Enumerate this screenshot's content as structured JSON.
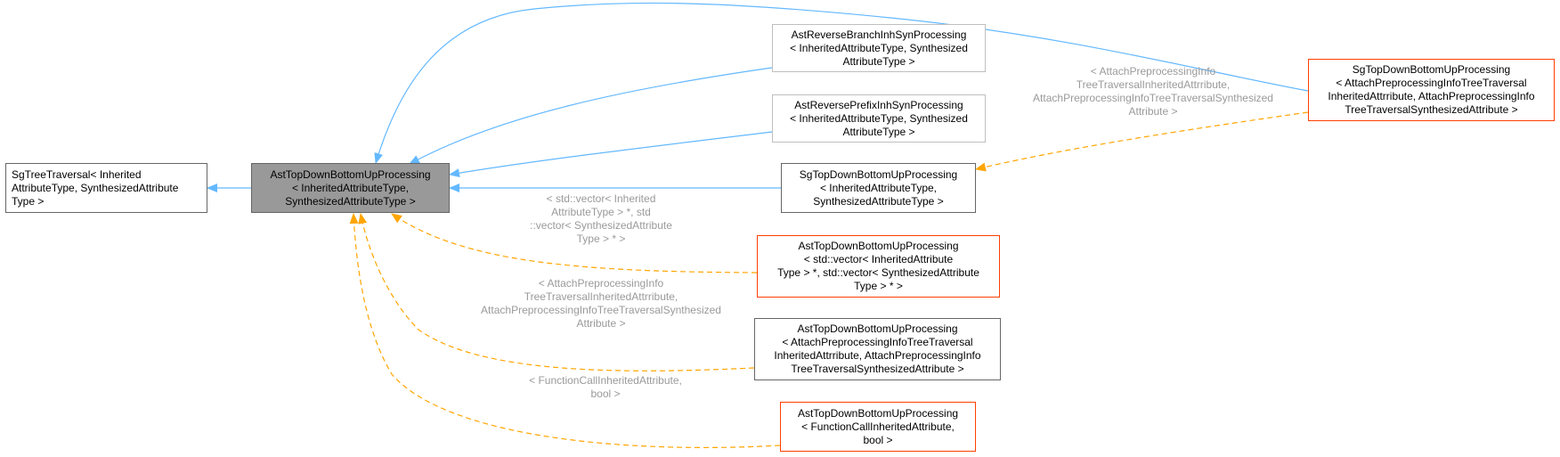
{
  "colors": {
    "inheritance_edge": "#63b8ff",
    "template_edge": "#ffa500",
    "focus_fill": "#999999",
    "red_border": "#ff3f00",
    "gray_border": "#bfbfbf",
    "dark_border": "#666666",
    "label_text": "#9a9a9a"
  },
  "nodes": {
    "sg_tree_traversal": "SgTreeTraversal< Inherited\nAttributeType, SynthesizedAttribute\nType >",
    "ast_tdbu_main": "AstTopDownBottomUpProcessing\n< InheritedAttributeType,\nSynthesizedAttributeType >",
    "ast_reverse_branch": "AstReverseBranchInhSynProcessing\n< InheritedAttributeType, Synthesized\nAttributeType >",
    "ast_reverse_prefix": "AstReversePrefixInhSynProcessing\n< InheritedAttributeType, Synthesized\nAttributeType >",
    "sg_tdbu": "SgTopDownBottomUpProcessing\n< InheritedAttributeType,\nSynthesizedAttributeType >",
    "ast_tdbu_vector": "AstTopDownBottomUpProcessing\n< std::vector< InheritedAttribute\nType > *, std::vector< SynthesizedAttribute\nType > * >",
    "ast_tdbu_attach": "AstTopDownBottomUpProcessing\n< AttachPreprocessingInfoTreeTraversal\nInheritedAttrribute, AttachPreprocessingInfo\nTreeTraversalSynthesizedAttribute >",
    "ast_tdbu_funccall": "AstTopDownBottomUpProcessing\n< FunctionCallInheritedAttribute,\nbool >",
    "sg_tdbu_attach": "SgTopDownBottomUpProcessing\n< AttachPreprocessingInfoTreeTraversal\nInheritedAttrribute, AttachPreprocessingInfo\nTreeTraversalSynthesizedAttribute >"
  },
  "edge_labels": {
    "sg_attach_to_sg_tdbu": "< AttachPreprocessingInfo\nTreeTraversalInheritedAttrribute,\n AttachPreprocessingInfoTreeTraversalSynthesized\nAttribute >",
    "vector_to_main": "< std::vector< Inherited\nAttributeType > *, std\n::vector< SynthesizedAttribute\nType > * >",
    "attach_to_main": "< AttachPreprocessingInfo\nTreeTraversalInheritedAttrribute,\n AttachPreprocessingInfoTreeTraversalSynthesized\nAttribute >",
    "funccall_to_main": "< FunctionCallInheritedAttribute,\nbool >"
  }
}
